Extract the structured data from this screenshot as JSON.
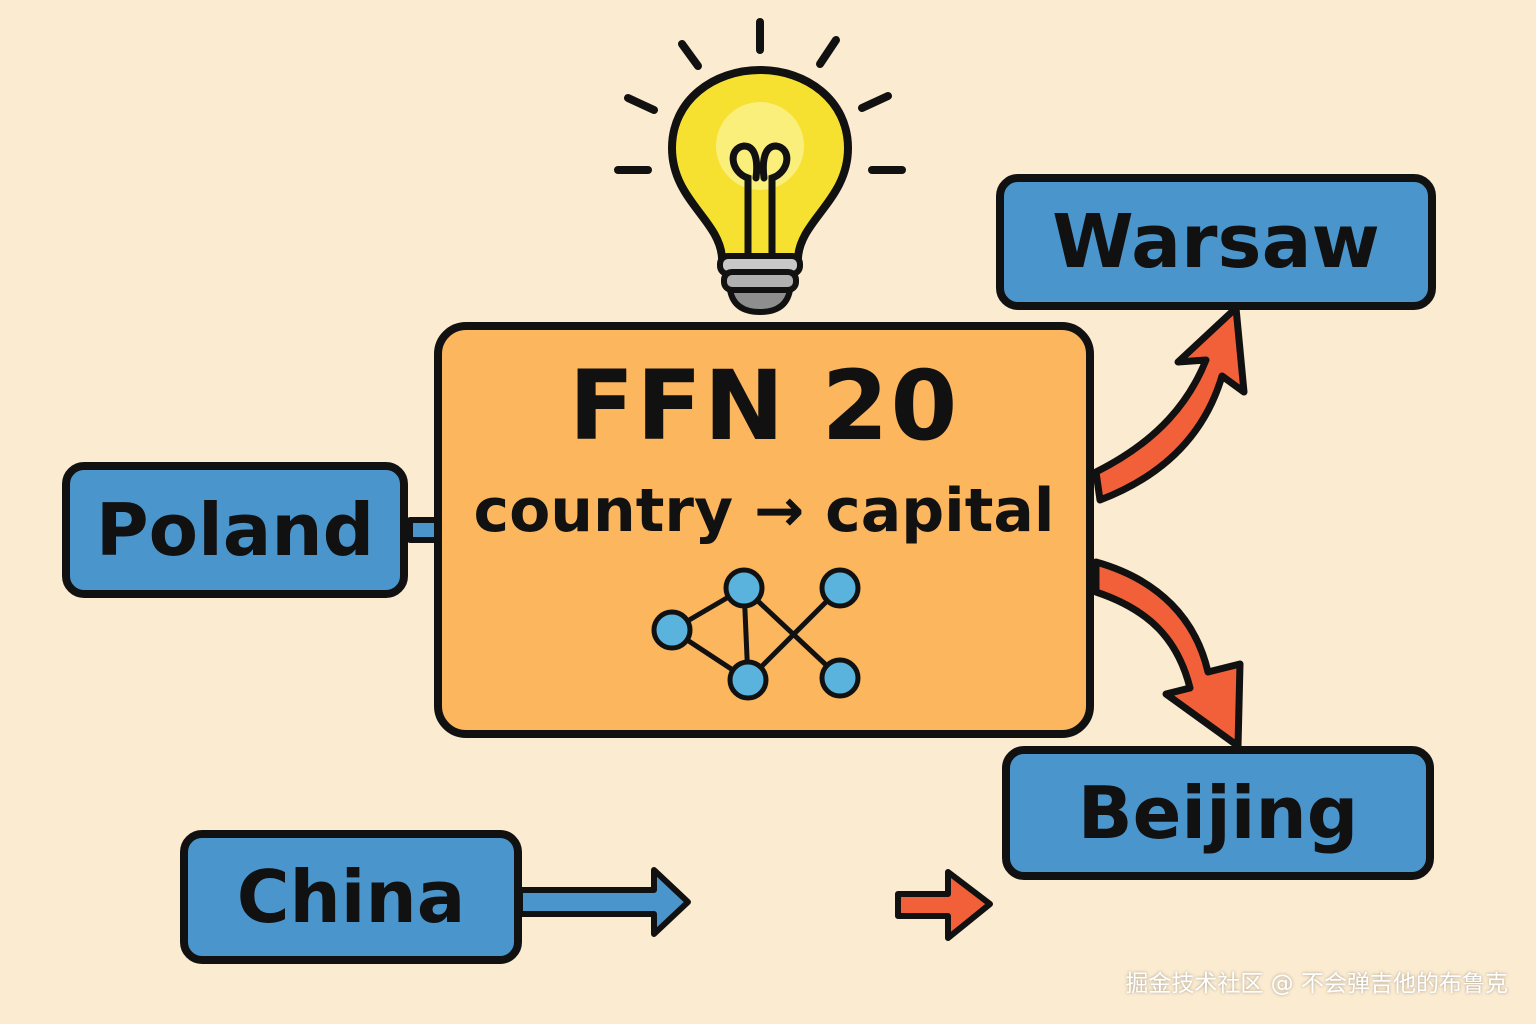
{
  "nodes": {
    "poland": "Poland",
    "china": "China",
    "warsaw": "Warsaw",
    "beijing": "Beijing",
    "ffn_title": "FFN 20",
    "ffn_subtitle": "country → capital"
  },
  "watermark": "掘金技术社区 @ 不会弹吉他的布鲁克",
  "colors": {
    "background": "#fbebd0",
    "country_box": "#4a96cc",
    "ffn_box": "#fbb65e",
    "input_arrow": "#4a96cc",
    "output_arrow": "#f2603a",
    "bulb": "#f6e030",
    "outline": "#111111"
  },
  "icons": [
    "lightbulb-icon",
    "neural-network-icon"
  ]
}
